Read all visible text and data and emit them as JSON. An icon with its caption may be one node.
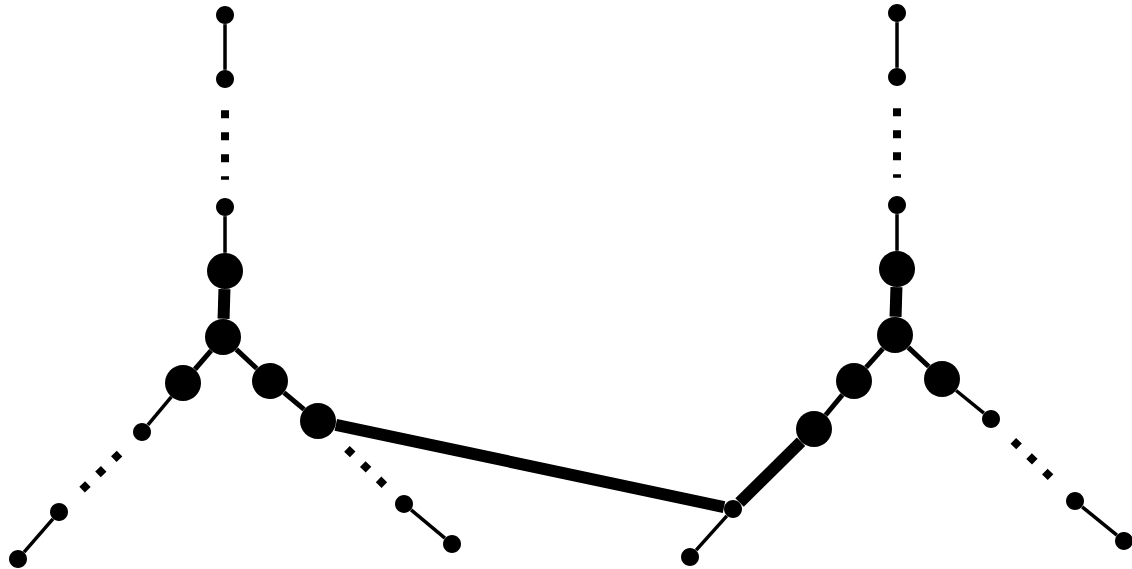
{
  "diagram": {
    "nodes": [
      {
        "text": [],
        "shape": "circle"
      },
      {
        "text": [],
        "shape": "circle"
      },
      {
        "text": [],
        "shape": "circle"
      },
      {
        "text": [],
        "shape": "circle"
      },
      {
        "text": [],
        "shape": "circle"
      },
      {
        "text": [],
        "shape": "circle"
      },
      {
        "text": [],
        "shape": "circle"
      },
      {
        "text": [],
        "shape": "circle"
      },
      {
        "text": [],
        "shape": "circle"
      },
      {
        "text": [],
        "shape": "circle"
      },
      {
        "text": [],
        "shape": "circle"
      },
      {
        "text": [],
        "shape": "circle"
      },
      {
        "text": [],
        "shape": "circle"
      },
      {
        "text": [],
        "shape": "circle"
      },
      {
        "text": [],
        "shape": "circle"
      },
      {
        "text": [],
        "shape": "circle"
      },
      {
        "text": [],
        "shape": "circle"
      },
      {
        "text": [],
        "shape": "circle"
      },
      {
        "text": [],
        "shape": "circle"
      },
      {
        "text": [],
        "shape": "circle"
      },
      {
        "text": [],
        "shape": "circle"
      },
      {
        "text": [],
        "shape": "circle"
      },
      {
        "text": [],
        "shape": "circle"
      },
      {
        "text": [],
        "shape": "circle"
      },
      {
        "text": [],
        "shape": "circle"
      },
      {
        "text": [],
        "shape": "circle"
      }
    ],
    "edges": [
      {
        "from": 0,
        "to": 1,
        "arrow": "none"
      },
      {
        "from": 1,
        "to": 2,
        "arrow": "none",
        "style": "dashed"
      },
      {
        "from": 2,
        "to": 3,
        "arrow": "none"
      },
      {
        "from": 3,
        "to": 4,
        "arrow": "none",
        "style": "thick"
      },
      {
        "from": 4,
        "to": 5,
        "arrow": "none"
      },
      {
        "from": 5,
        "to": 6,
        "arrow": "none"
      },
      {
        "from": 6,
        "to": 7,
        "arrow": "none",
        "style": "dashed"
      },
      {
        "from": 7,
        "to": 8,
        "arrow": "none"
      },
      {
        "from": 4,
        "to": 9,
        "arrow": "none"
      },
      {
        "from": 9,
        "to": 10,
        "arrow": "none"
      },
      {
        "from": 10,
        "to": 11,
        "arrow": "none",
        "style": "dashed"
      },
      {
        "from": 11,
        "to": 12,
        "arrow": "none"
      },
      {
        "from": 10,
        "to": 20,
        "arrow": "none",
        "style": "thick"
      },
      {
        "from": 13,
        "to": 14,
        "arrow": "none"
      },
      {
        "from": 14,
        "to": 15,
        "arrow": "none",
        "style": "dashed"
      },
      {
        "from": 15,
        "to": 16,
        "arrow": "none"
      },
      {
        "from": 16,
        "to": 17,
        "arrow": "none",
        "style": "thick"
      },
      {
        "from": 17,
        "to": 18,
        "arrow": "none"
      },
      {
        "from": 18,
        "to": 19,
        "arrow": "none"
      },
      {
        "from": 19,
        "to": 20,
        "arrow": "none",
        "style": "thick"
      },
      {
        "from": 20,
        "to": 21,
        "arrow": "none"
      },
      {
        "from": 17,
        "to": 22,
        "arrow": "none"
      },
      {
        "from": 22,
        "to": 23,
        "arrow": "none"
      },
      {
        "from": 23,
        "to": 24,
        "arrow": "none",
        "style": "dashed"
      },
      {
        "from": 24,
        "to": 25,
        "arrow": "none"
      }
    ]
  }
}
